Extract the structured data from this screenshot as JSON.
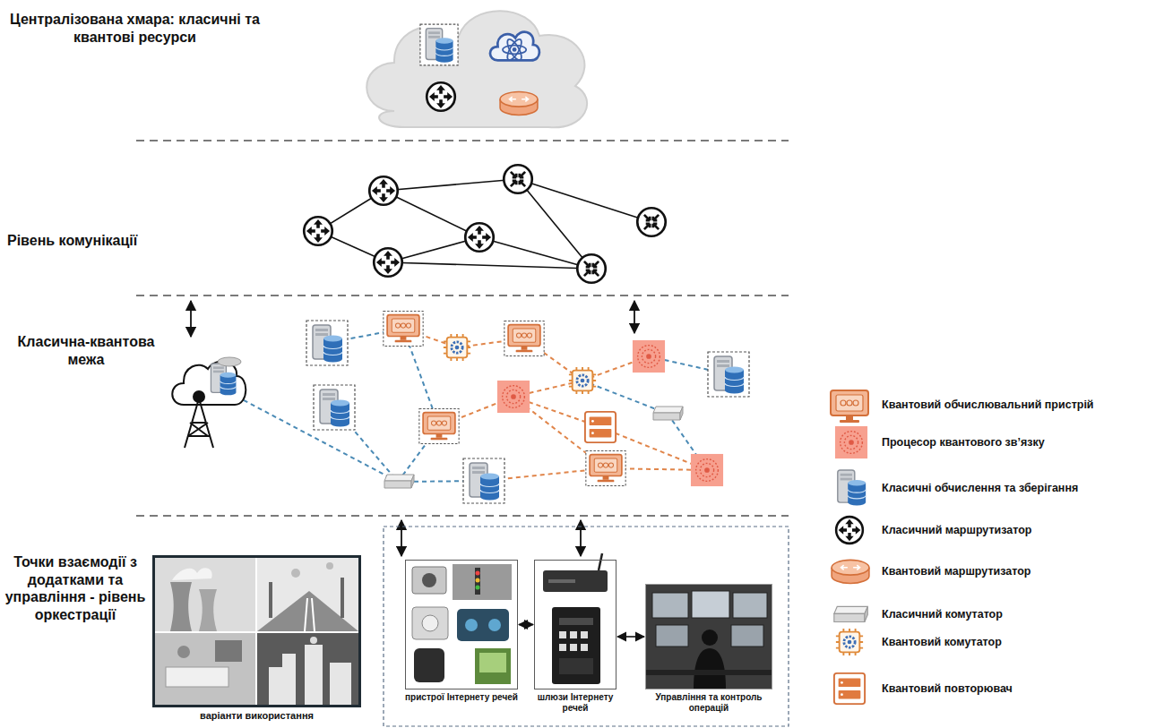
{
  "diagram": {
    "nodes": [
      {
        "text": [
          "варіанти використання"
        ]
      },
      {
        "text": [
          "пристрої Інтернету речей"
        ]
      },
      {
        "text": [
          "шлюзи Інтернету речей"
        ]
      },
      {
        "text": [
          "Управління та контроль операцій"
        ]
      }
    ],
    "edges": [
      {
        "from": 1,
        "to": 2,
        "arrow": "both"
      },
      {
        "from": 2,
        "to": 3,
        "arrow": "both"
      }
    ],
    "labels": [
      "Централізована хмара: класичні та квантові ресурси",
      "Рівень комунікації",
      "Класична-квантова межа",
      "Точки взаємодії з додатками та управління - рівень оркестрації"
    ],
    "legend": [
      {
        "text": "Квантовий обчислювальний пристрій"
      },
      {
        "text": "Процесор квантового зв’язку"
      },
      {
        "text": "Класичні обчислення та зберігання"
      },
      {
        "text": "Класичний маршрутизатор"
      },
      {
        "text": "Квантовий маршрутизатор"
      },
      {
        "text": "Класичний комутатор"
      },
      {
        "text": "Квантовий комутатор"
      },
      {
        "text": "Квантовий повторювач"
      }
    ]
  }
}
